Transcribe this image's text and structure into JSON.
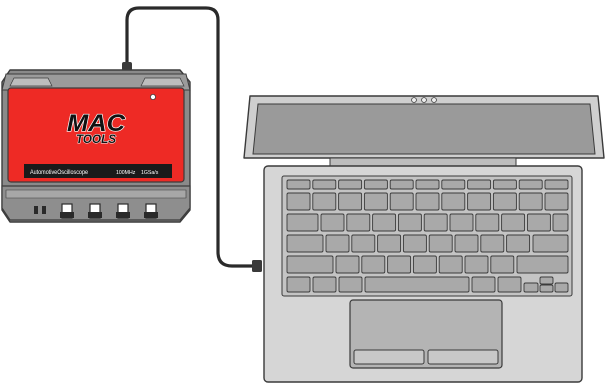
{
  "scope": {
    "brand_line1": "MAC",
    "brand_line2": "TOOLS",
    "model": "AutomotiveOscilloscope",
    "bandwidth": "100MHz",
    "sample_rate": "1GSa/s",
    "body_color": "#ee2a25",
    "bumper_color": "#8a8a8a"
  },
  "laptop": {
    "body_color": "#d6d6d6",
    "screen_color": "#9a9a9a",
    "key_color": "#a9a9a9"
  },
  "cable": {
    "color": "#2a2a2a"
  }
}
